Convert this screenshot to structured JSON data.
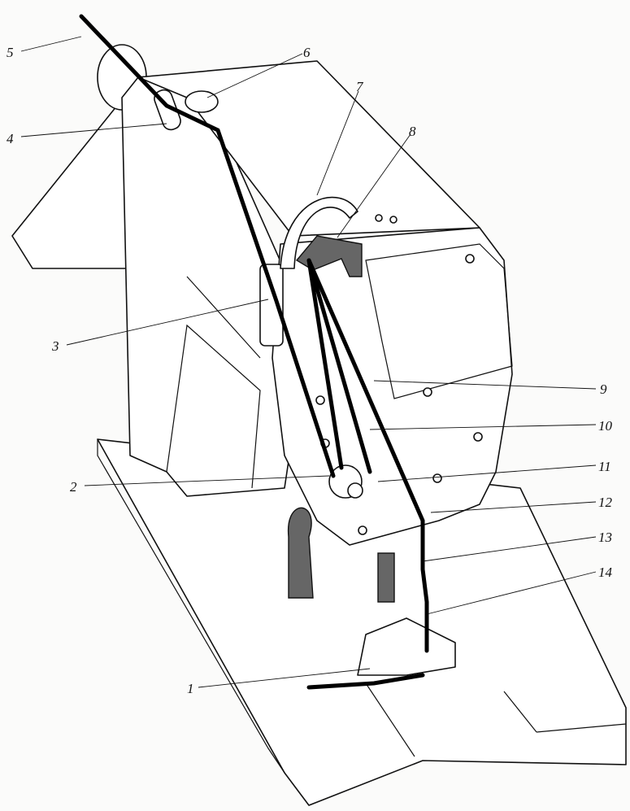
{
  "figure": {
    "labels": [
      {
        "id": "1",
        "text": "1"
      },
      {
        "id": "2",
        "text": "2"
      },
      {
        "id": "3",
        "text": "3"
      },
      {
        "id": "4",
        "text": "4"
      },
      {
        "id": "5",
        "text": "5"
      },
      {
        "id": "6",
        "text": "6"
      },
      {
        "id": "7",
        "text": "7"
      },
      {
        "id": "8",
        "text": "8"
      },
      {
        "id": "9",
        "text": "9"
      },
      {
        "id": "10",
        "text": "10"
      },
      {
        "id": "11",
        "text": "11"
      },
      {
        "id": "12",
        "text": "12"
      },
      {
        "id": "13",
        "text": "13"
      },
      {
        "id": "14",
        "text": "14"
      }
    ],
    "colors": {
      "thread": "#000000",
      "lever": "#666666",
      "line": "#111111"
    }
  }
}
